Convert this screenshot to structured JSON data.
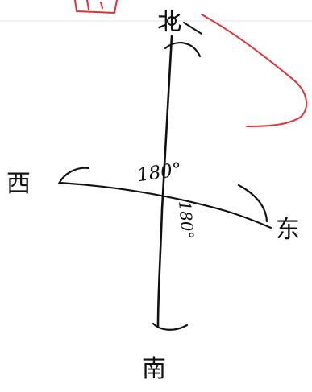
{
  "sketch": {
    "labels": {
      "north": "北",
      "south": "南",
      "east": "东",
      "west": "西",
      "top_red_partial": "",
      "angle_upper": "180°",
      "angle_lower": "180°"
    },
    "colors": {
      "ink": "#111111",
      "red_ink": "#e0303a",
      "divider": "#e9eef5",
      "background": "#ffffff"
    }
  }
}
